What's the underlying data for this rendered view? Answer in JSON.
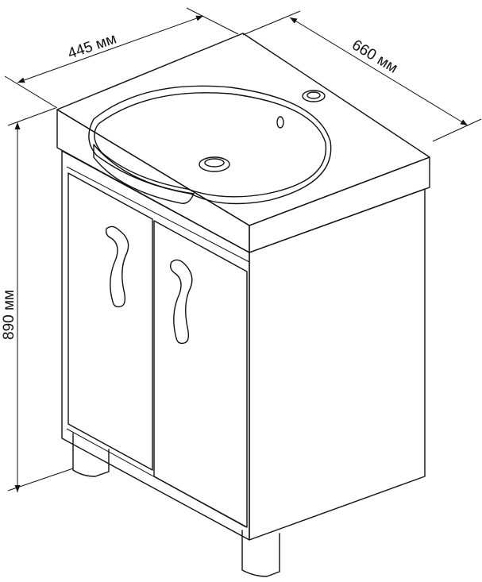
{
  "diagram": {
    "dimensions": {
      "width_label": "445 мм",
      "depth_label": "660 мм",
      "height_label": "890 мм"
    }
  }
}
